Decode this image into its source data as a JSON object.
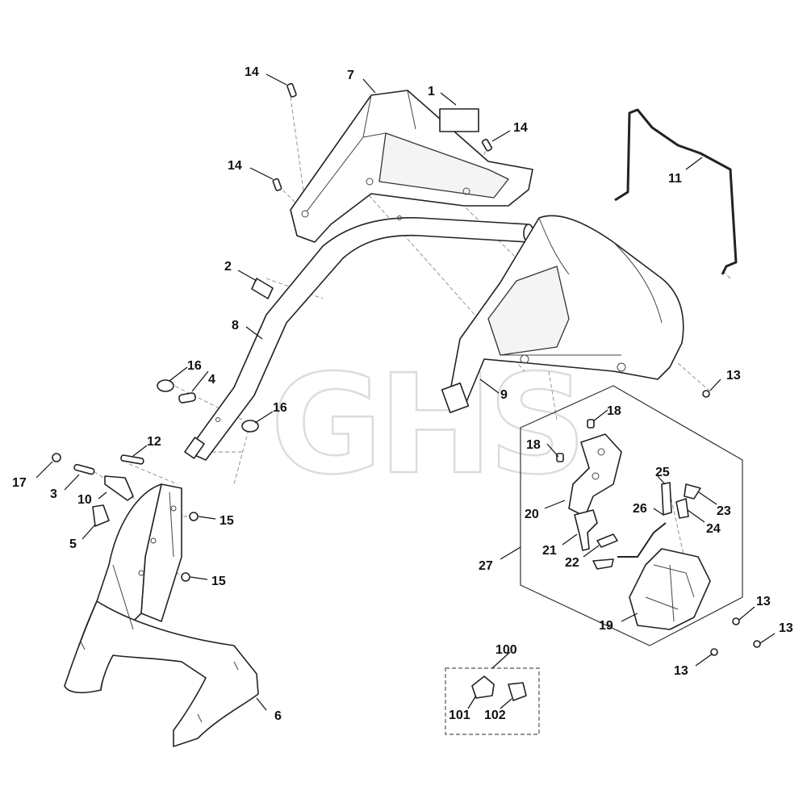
{
  "watermark": "GHS",
  "callouts": [
    {
      "id": "1",
      "text": "1"
    },
    {
      "id": "2",
      "text": "2"
    },
    {
      "id": "3",
      "text": "3"
    },
    {
      "id": "4",
      "text": "4"
    },
    {
      "id": "5",
      "text": "5"
    },
    {
      "id": "6",
      "text": "6"
    },
    {
      "id": "7",
      "text": "7"
    },
    {
      "id": "8",
      "text": "8"
    },
    {
      "id": "9",
      "text": "9"
    },
    {
      "id": "10",
      "text": "10"
    },
    {
      "id": "11",
      "text": "11"
    },
    {
      "id": "12",
      "text": "12"
    },
    {
      "id": "13a",
      "text": "13"
    },
    {
      "id": "13b",
      "text": "13"
    },
    {
      "id": "13c",
      "text": "13"
    },
    {
      "id": "13d",
      "text": "13"
    },
    {
      "id": "14a",
      "text": "14"
    },
    {
      "id": "14b",
      "text": "14"
    },
    {
      "id": "14c",
      "text": "14"
    },
    {
      "id": "15a",
      "text": "15"
    },
    {
      "id": "15b",
      "text": "15"
    },
    {
      "id": "16a",
      "text": "16"
    },
    {
      "id": "16b",
      "text": "16"
    },
    {
      "id": "17",
      "text": "17"
    },
    {
      "id": "18a",
      "text": "18"
    },
    {
      "id": "18b",
      "text": "18"
    },
    {
      "id": "19",
      "text": "19"
    },
    {
      "id": "20",
      "text": "20"
    },
    {
      "id": "21",
      "text": "21"
    },
    {
      "id": "22",
      "text": "22"
    },
    {
      "id": "23",
      "text": "23"
    },
    {
      "id": "24",
      "text": "24"
    },
    {
      "id": "25",
      "text": "25"
    },
    {
      "id": "26",
      "text": "26"
    },
    {
      "id": "27",
      "text": "27"
    },
    {
      "id": "100",
      "text": "100"
    },
    {
      "id": "101",
      "text": "101"
    },
    {
      "id": "102",
      "text": "102"
    }
  ]
}
